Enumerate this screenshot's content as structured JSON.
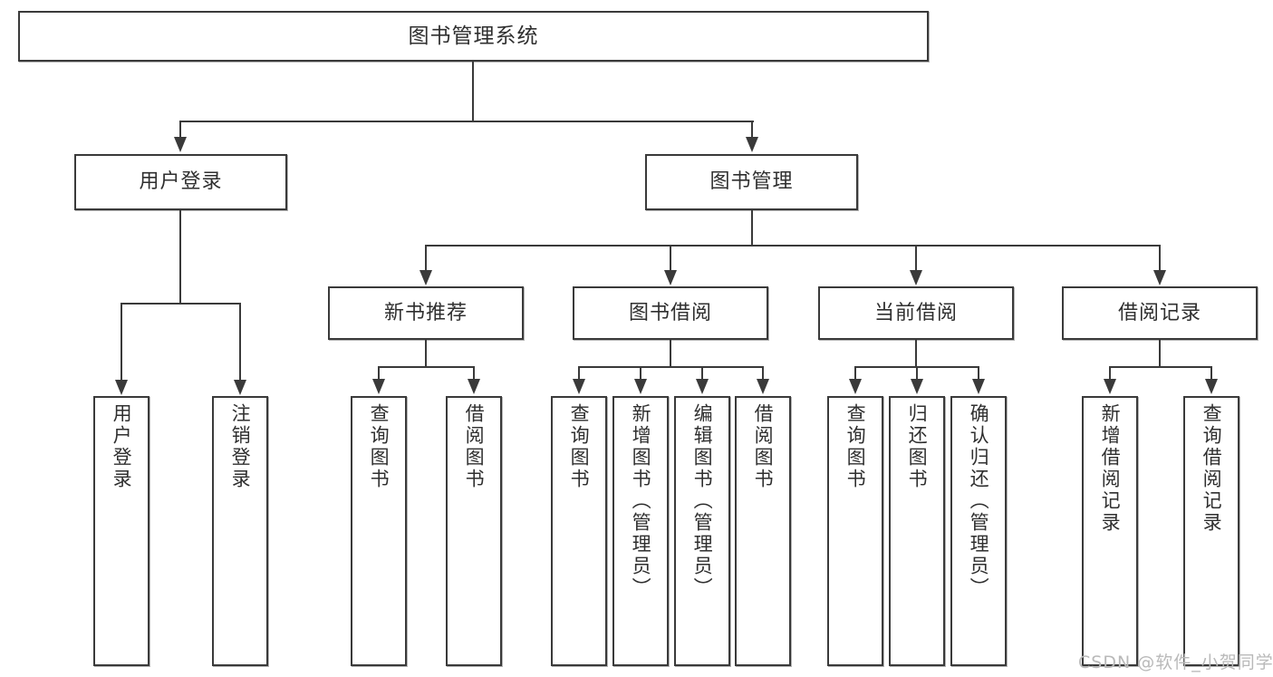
{
  "diagram": {
    "title": "图书管理系统",
    "type": "hierarchy-tree",
    "watermark": "CSDN @软件_小贺同学",
    "levels": {
      "root": {
        "label": "图书管理系统"
      },
      "level2": [
        {
          "label": "用户登录"
        },
        {
          "label": "图书管理"
        }
      ],
      "level3": [
        {
          "label": "新书推荐"
        },
        {
          "label": "图书借阅"
        },
        {
          "label": "当前借阅"
        },
        {
          "label": "借阅记录"
        }
      ],
      "leaves": {
        "user_login": [
          {
            "label": "用户登录"
          },
          {
            "label": "注销登录"
          }
        ],
        "new_book_recommend": [
          {
            "label": "查询图书"
          },
          {
            "label": "借阅图书"
          }
        ],
        "book_borrow": [
          {
            "label": "查询图书"
          },
          {
            "label": "新增图书（管理员）"
          },
          {
            "label": "编辑图书（管理员）"
          },
          {
            "label": "借阅图书"
          }
        ],
        "current_borrow": [
          {
            "label": "查询图书"
          },
          {
            "label": "归还图书"
          },
          {
            "label": "确认归还（管理员）"
          }
        ],
        "borrow_records": [
          {
            "label": "新增借阅记录"
          },
          {
            "label": "查询借阅记录"
          }
        ]
      }
    },
    "colors": {
      "stroke": "#3a3a3a",
      "fill": "#ffffff",
      "text": "#2f2f2f",
      "watermark": "#b9b9b9"
    }
  }
}
